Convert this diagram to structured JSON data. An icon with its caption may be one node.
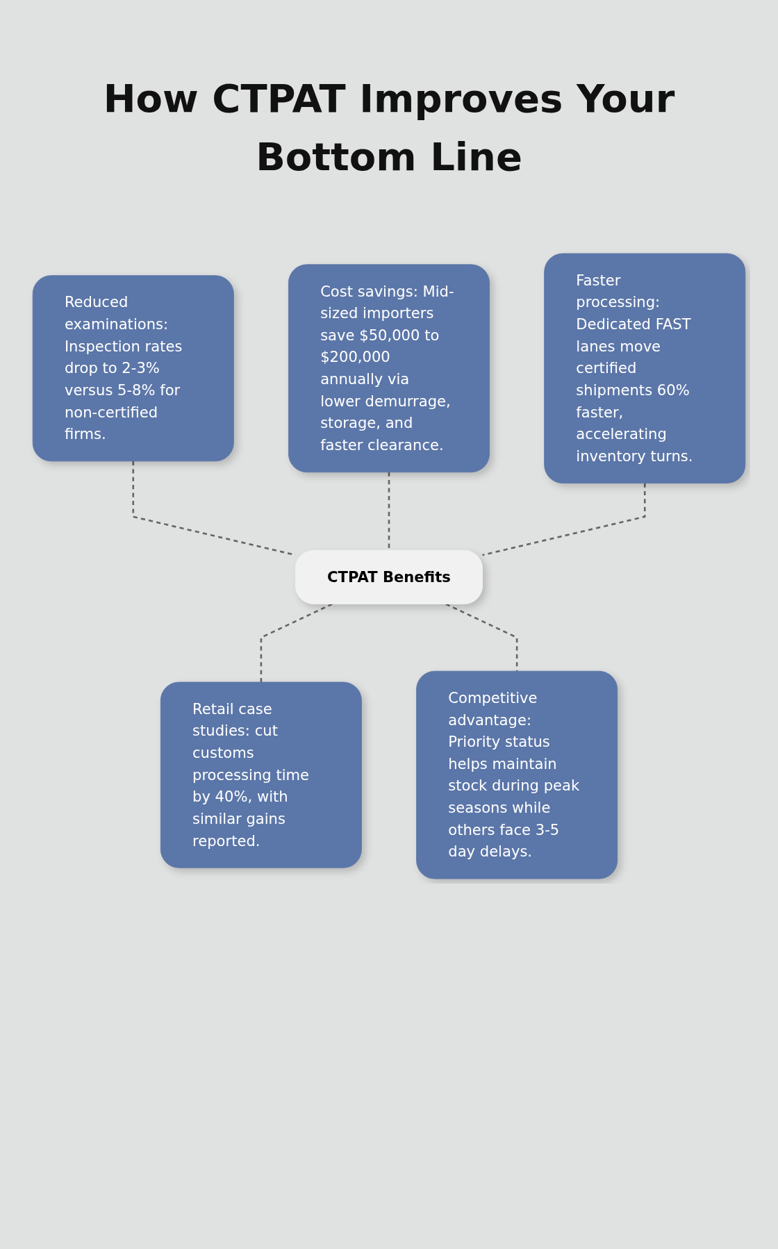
{
  "diagram": {
    "title": "How CTPAT Improves Your Bottom Line",
    "nodes": [
      {
        "text": [
          "Reduced examinations: Inspection rates drop to 2-3% versus 5-8% for non-certified firms."
        ]
      },
      {
        "text": [
          "Cost savings: Mid-sized importers save $50,000 to $200,000 annually via lower demurrage, storage, and faster clearance."
        ]
      },
      {
        "text": [
          "Faster processing: Dedicated FAST lanes move certified shipments 60% faster, accelerating inventory turns."
        ]
      },
      {
        "text": [
          "CTPAT Benefits"
        ]
      },
      {
        "text": [
          "Retail case studies: cut customs processing time by 40%, with similar gains reported."
        ]
      },
      {
        "text": [
          "Competitive advantage: Priority status helps maintain stock during peak seasons while others face 3-5 day delays."
        ]
      }
    ],
    "edges": [
      {
        "from": 0,
        "to": 3,
        "arrow": "none",
        "style": "dashed"
      },
      {
        "from": 1,
        "to": 3,
        "arrow": "none",
        "style": "dashed"
      },
      {
        "from": 2,
        "to": 3,
        "arrow": "none",
        "style": "dashed"
      },
      {
        "from": 3,
        "to": 4,
        "arrow": "none",
        "style": "dashed"
      },
      {
        "from": 3,
        "to": 5,
        "arrow": "none",
        "style": "dashed"
      }
    ]
  }
}
